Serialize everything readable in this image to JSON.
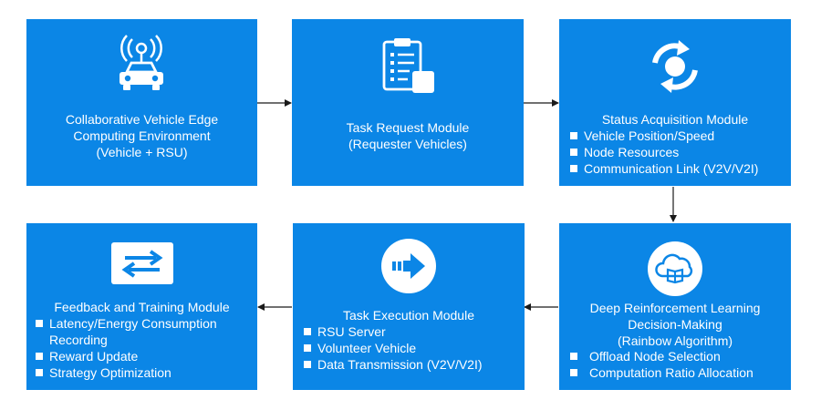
{
  "modules": {
    "environment": {
      "title": "Collaborative Vehicle Edge\nComputing Environment\n(Vehicle + RSU)",
      "icon": "car-antenna-icon"
    },
    "task_request": {
      "title": "Task Request Module\n(Requester Vehicles)",
      "icon": "clipboard-icon"
    },
    "status_acquisition": {
      "title": "Status Acquisition Module",
      "icon": "sync-icon",
      "items": [
        "Vehicle Position/Speed",
        "Node Resources",
        "Communication Link (V2V/V2I)"
      ]
    },
    "drl_decision": {
      "title": "Deep Reinforcement Learning\nDecision-Making\n(Rainbow Algorithm)",
      "icon": "cloud-book-icon",
      "items": [
        "Offload Node Selection",
        "Computation Ratio Allocation"
      ]
    },
    "task_execution": {
      "title": "Task Execution Module",
      "icon": "arrow-right-circle-icon",
      "items": [
        "RSU Server",
        "Volunteer Vehicle",
        "Data Transmission (V2V/V2I)"
      ]
    },
    "feedback_training": {
      "title": "Feedback and Training Module",
      "icon": "swap-icon",
      "items": [
        "Latency/Energy Consumption\nRecording",
        "Reward Update",
        "Strategy Optimization"
      ]
    }
  },
  "colors": {
    "box": "#0b86e6",
    "text": "#ffffff",
    "arrow": "#1a1a1a"
  }
}
